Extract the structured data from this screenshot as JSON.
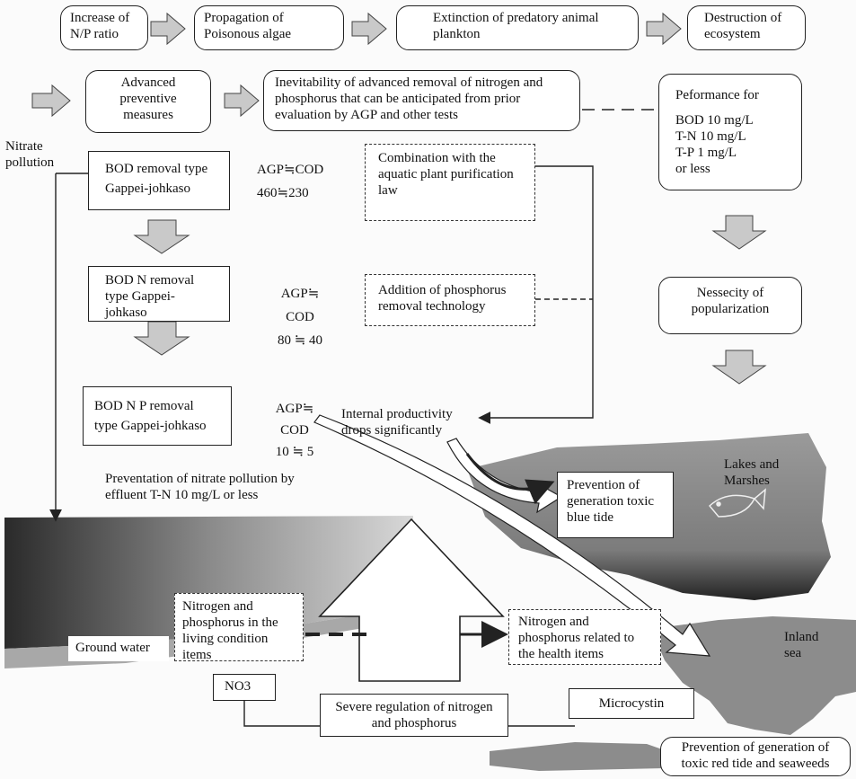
{
  "top_row": {
    "b1": "Increase of N/P ratio",
    "b2": "Propagation of Poisonous algae",
    "b3": "Extinction of predatory animal plankton",
    "b4": "Destruction of ecosystem"
  },
  "row2": {
    "advanced": "Advanced preventive measures",
    "inevitability": "Inevitability of advanced removal of nitrogen and phosphorus that can be anticipated from prior evaluation by AGP and other tests",
    "performance_title": "Peformance for",
    "performance_lines": [
      "BOD 10 mg/L",
      "T-N  10 mg/L",
      "T-P    1 mg/L",
      "or less"
    ]
  },
  "left": {
    "nitrate": "Nitrate pollution",
    "bod_box": "BOD removal type Gappei-johkaso",
    "bod_n_box": "BOD  N  removal type Gappei-johkaso",
    "bod_np_box": "BOD  N  P removal type Gappei-johkaso"
  },
  "agp": {
    "a1_line1": "AGP≒COD",
    "a1_line2": "460≒230",
    "a2_line1": "AGP≒",
    "a2_line2": "COD",
    "a2_line3": "80 ≒ 40",
    "a3_line1": "AGP≒",
    "a3_line2": "COD",
    "a3_line3": "10 ≒   5"
  },
  "mid": {
    "combination": "Combination with the aquatic plant purification law",
    "addition": "Addition of phosphorus removal technology",
    "internal": "Internal productivity drops significantly"
  },
  "right": {
    "necessity": "Nessecity of popularization",
    "lakes": "Lakes and Marshes",
    "blue_tide": "Prevention of generation toxic blue tide",
    "inland": "Inland sea",
    "red_tide": "Prevention of generation of toxic red tide and seaweeds"
  },
  "bottom": {
    "prevention_nitrate": "Preventation of nitrate pollution by effluent T-N 10 mg/L or less",
    "ground_water": "Ground water",
    "living": "Nitrogen and phosphorus in the living condition items",
    "health": "Nitrogen and phosphorus related to the health items",
    "no3": "NO3",
    "severe": "Severe regulation of nitrogen and phosphorus",
    "microcystin": "Microcystin"
  }
}
